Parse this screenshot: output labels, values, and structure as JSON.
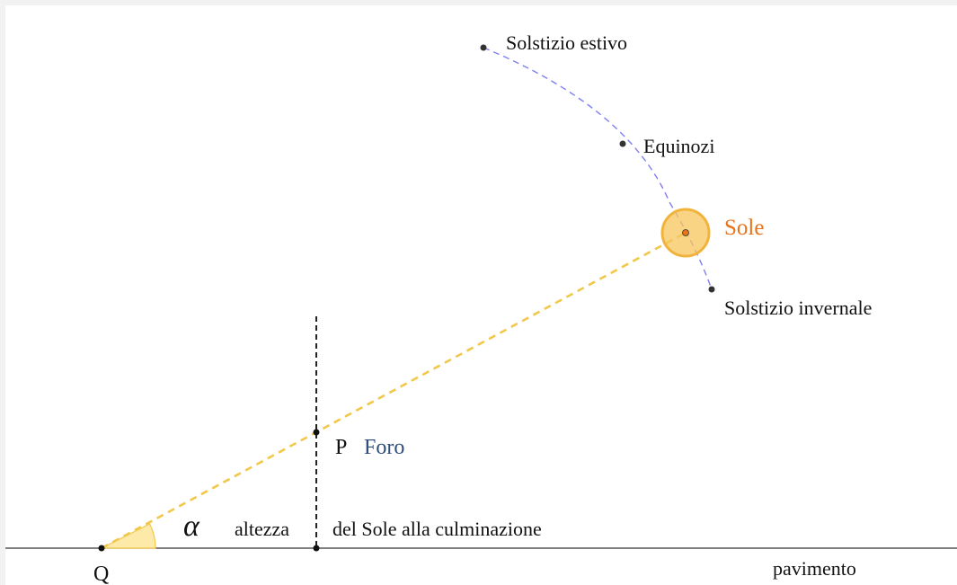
{
  "colors": {
    "background": "#ffffff",
    "frame": "#f2f2f2",
    "floor": "#333333",
    "ray": "#f2c84b",
    "sun_fill": "#f7c65c",
    "sun_stroke": "#f0b43c",
    "sun_center": "#e8731a",
    "orbit": "#7f7ff0",
    "gnomon": "#222222",
    "angle_fill": "#fde9a8",
    "foro_label": "#2e4d7b",
    "sole_label": "#e8731a",
    "text": "#111111"
  },
  "labels": {
    "solstice_summer": "Solstizio estivo",
    "equinox": "Equinozi",
    "sun": "Sole",
    "solstice_winter": "Solstizio invernale",
    "point_p": "P",
    "hole": "Foro",
    "angle_symbol": "α",
    "altitude_left": "altezza",
    "altitude_right": "del Sole alla culminazione",
    "point_q": "Q",
    "floor": "pavimento"
  }
}
